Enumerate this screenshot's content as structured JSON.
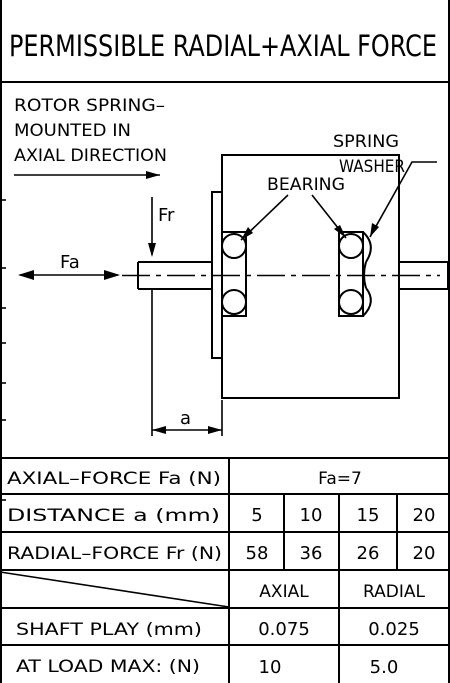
{
  "diagram": {
    "title": "PERMISSIBLE RADIAL+AXIAL FORCE",
    "rotor_note": [
      "ROTOR SPRING–",
      "MOUNTED IN",
      "AXIAL DIRECTION"
    ],
    "spring_washer": [
      "SPRING",
      "WASHER"
    ],
    "bearing": "BEARING",
    "fr": "Fr",
    "fa": "Fa",
    "a": "a"
  },
  "table": {
    "axial_force": {
      "label": "AXIAL–FORCE Fa (N)",
      "value": "Fa=7"
    },
    "distance": {
      "label": "DISTANCE a    (mm)",
      "values": [
        "5",
        "10",
        "15",
        "20"
      ]
    },
    "radial_force": {
      "label": "RADIAL–FORCE Fr (N)",
      "values": [
        "58",
        "36",
        "26",
        "20"
      ]
    },
    "headers": {
      "axial": "AXIAL",
      "radial": "RADIAL"
    },
    "shaft_play": {
      "label": "SHAFT PLAY (mm)",
      "axial": "0.075",
      "radial": "0.025"
    },
    "load_max": {
      "label": "AT LOAD MAX: (N)",
      "axial": "10",
      "radial": "5.0"
    }
  }
}
